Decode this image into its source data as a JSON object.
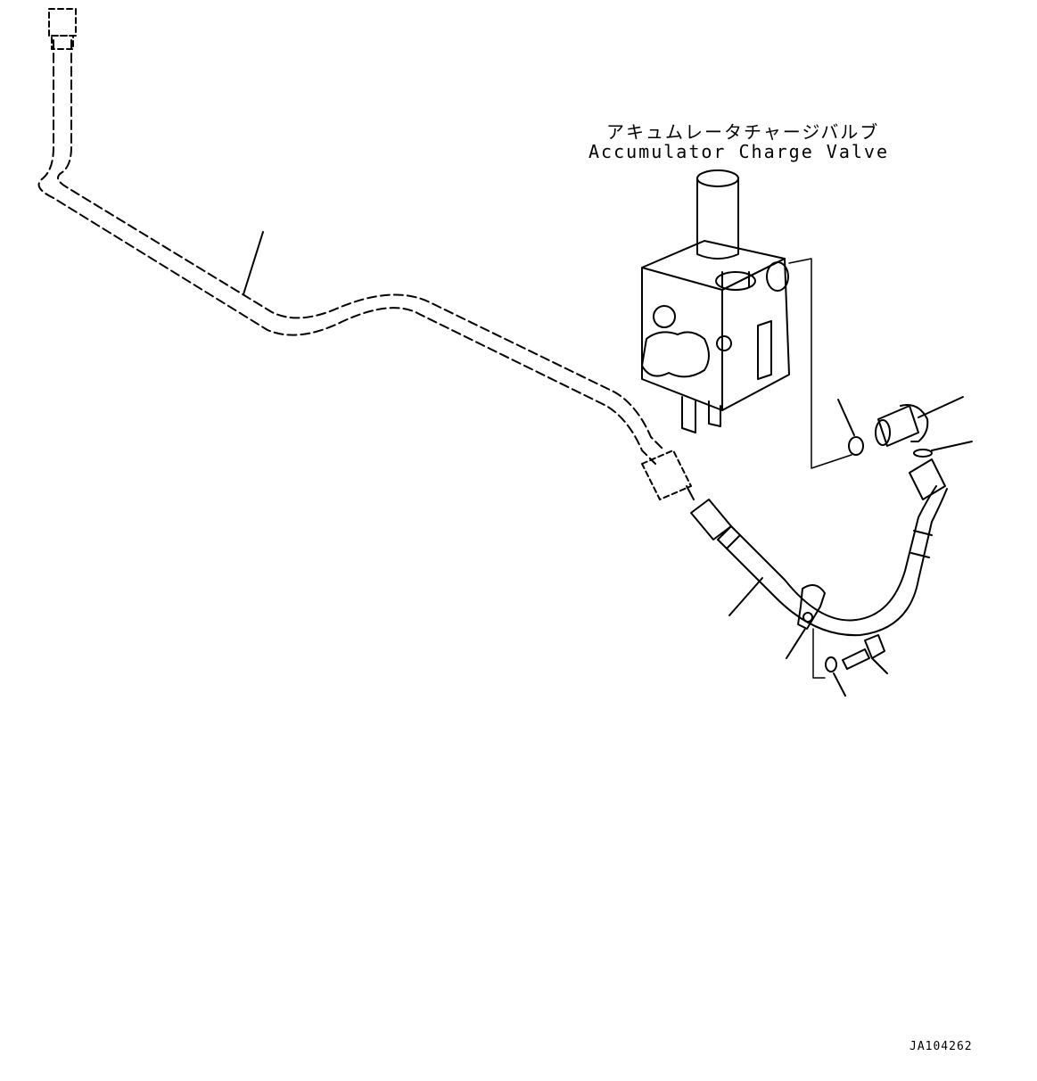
{
  "labels": {
    "component_jp": "アキュムレータチャージバルブ",
    "component_en": "Accumulator Charge Valve",
    "drawing_id": "JA104262"
  }
}
